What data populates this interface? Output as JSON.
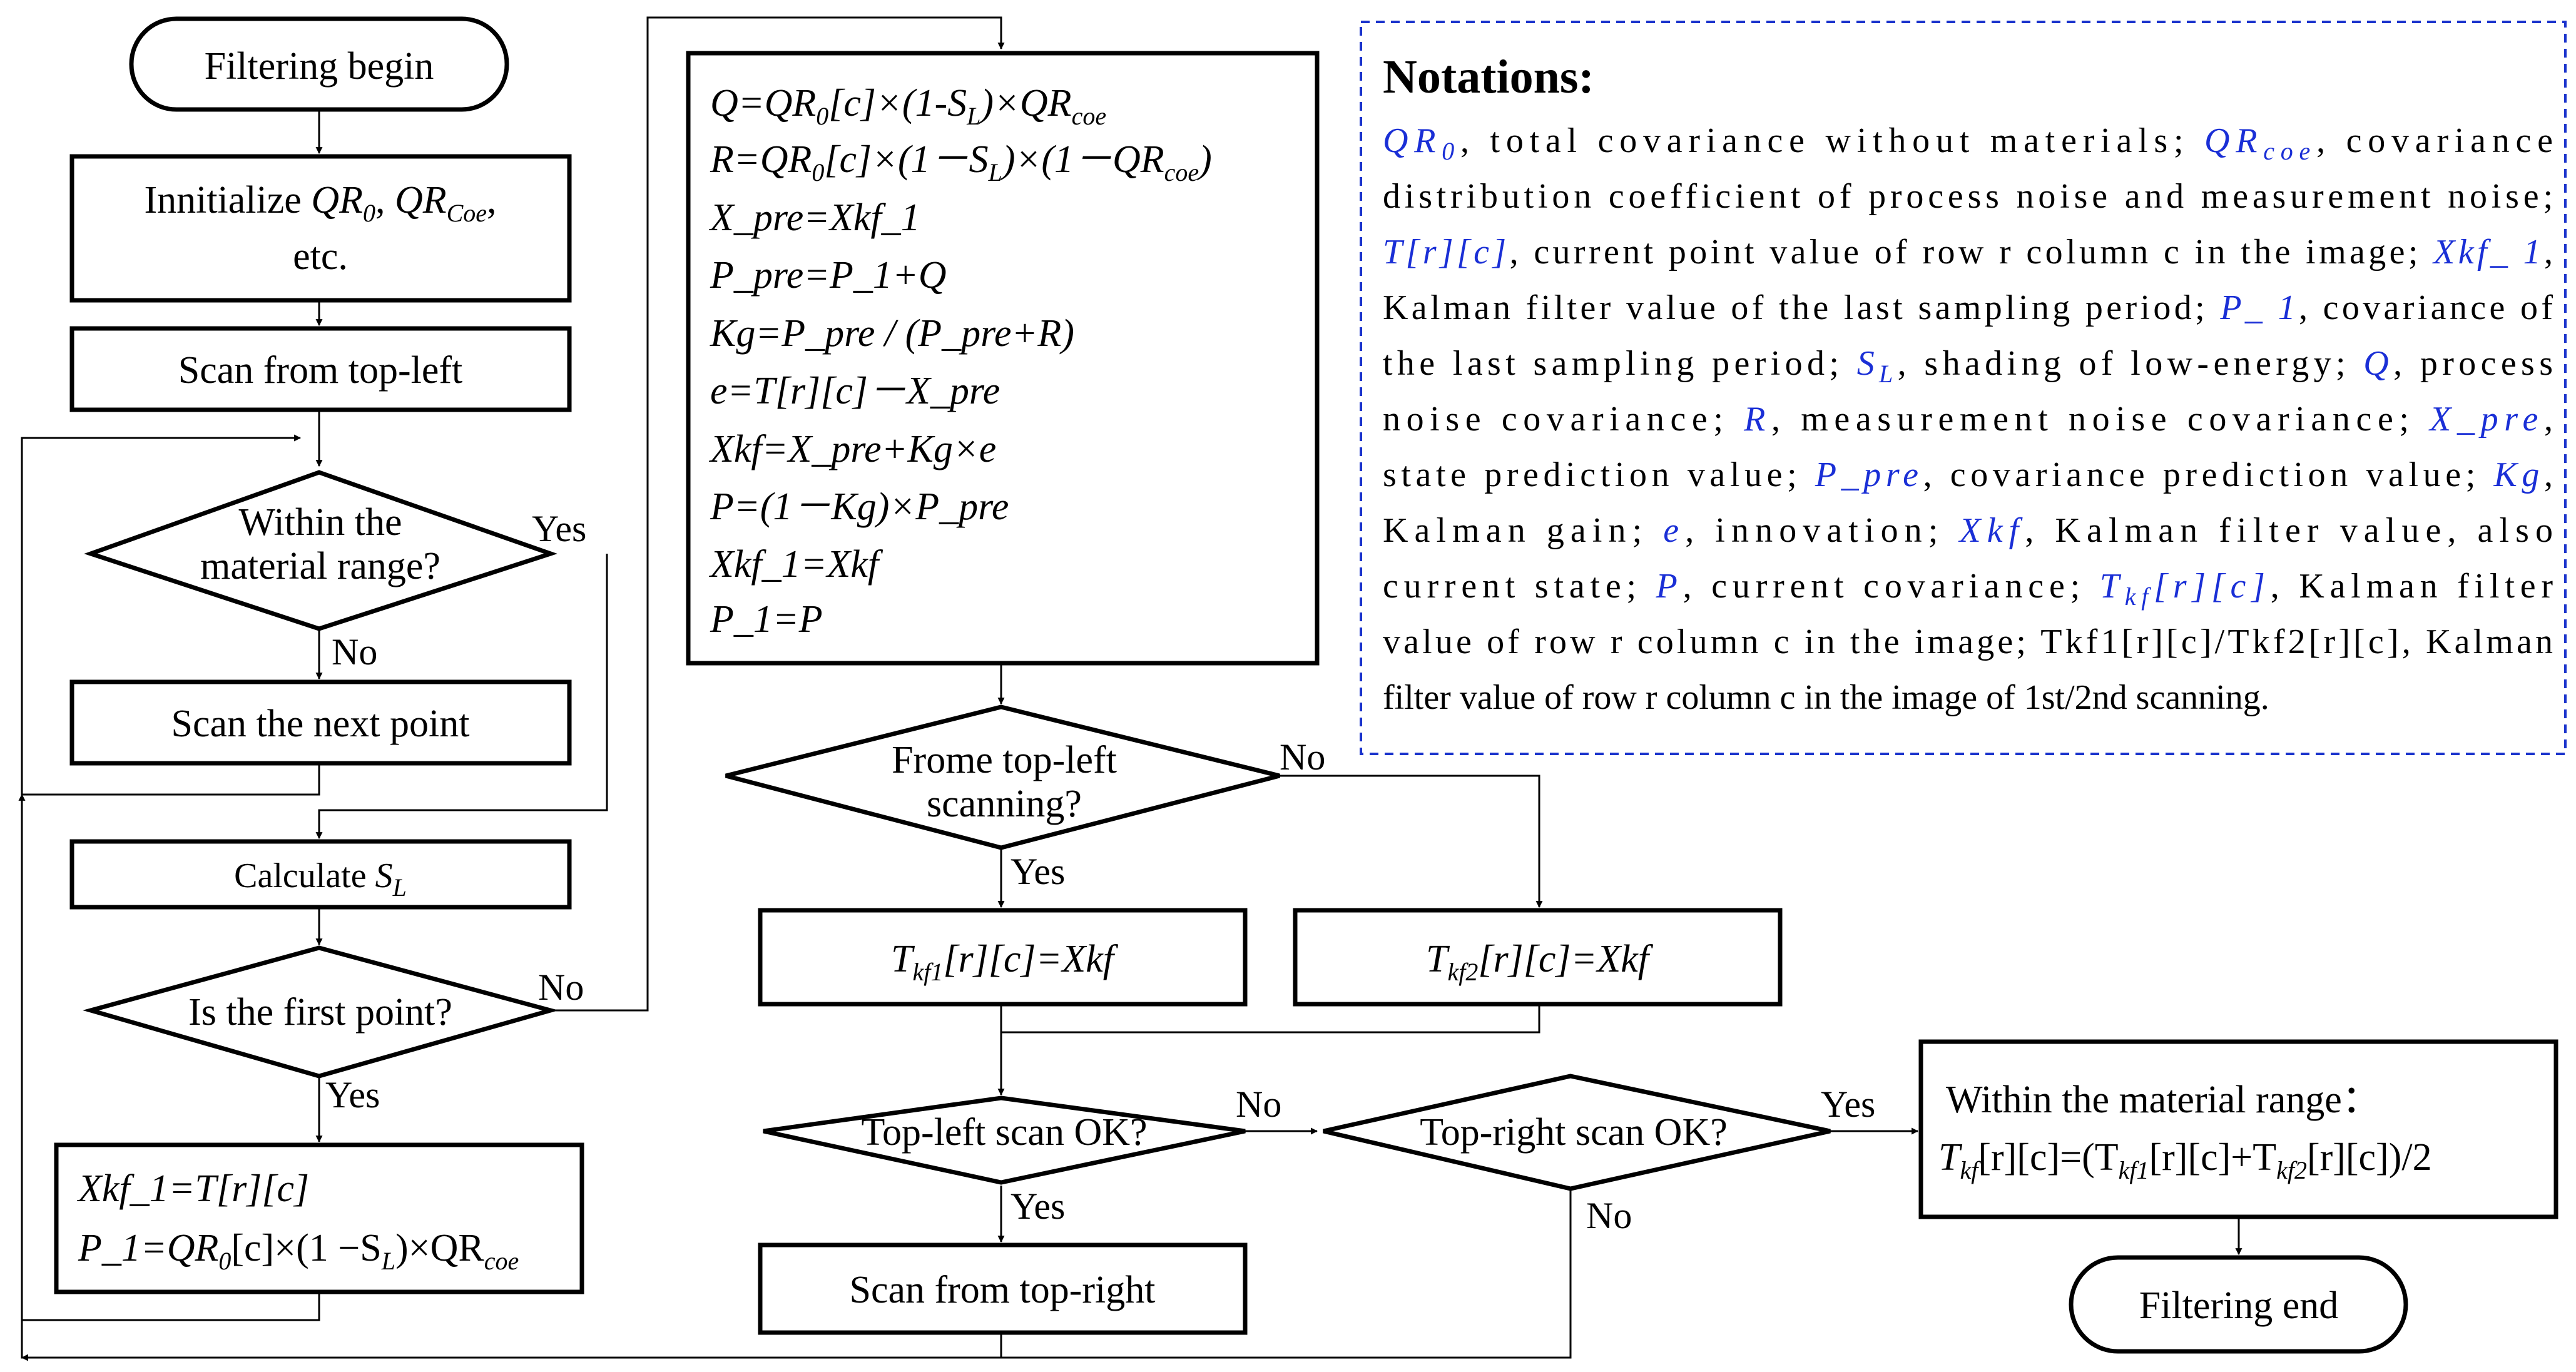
{
  "flow": {
    "start": "Filtering begin",
    "init_line1_pre": "Innitialize ",
    "init_qr0": "QR",
    "init_qr0_sub": "0",
    "init_comma1": ", ",
    "init_qrcoe": "QR",
    "init_qrcoe_sub": "Coe",
    "init_comma2": ",",
    "init_line2": "etc.",
    "scan_top_left": "Scan from top-left",
    "within_line1": "Within the",
    "within_line2": "material range?",
    "scan_next": "Scan the next point",
    "calc_pre": "Calculate ",
    "calc_s": "S",
    "calc_sub": "L",
    "first_point": "Is the first point?",
    "init_xkf": "Xkf_1=T[r][c]",
    "init_p_pre": "P_1=QR",
    "init_p_sub0": "0",
    "init_p_mid": "[c]×(1 −S",
    "init_p_subL": "L",
    "init_p_post": ")×QR",
    "init_p_subcoe": "coe",
    "kalman": {
      "l1_pre": "Q=QR",
      "l1_sub0": "0",
      "l1_mid": "[c]×(1-S",
      "l1_subL": "L",
      "l1_post": ")×QR",
      "l1_subcoe": "coe",
      "l2_pre": "R=QR",
      "l2_sub0": "0",
      "l2_mid": "[c]×(1－S",
      "l2_subL": "L",
      "l2_post": ")×(1－QR",
      "l2_subcoe": "coe",
      "l2_end": ")",
      "l3": "X_pre=Xkf_1",
      "l4": "P_pre=P_1+Q",
      "l5": "Kg=P_pre / (P_pre+R)",
      "l6": "e=T[r][c]－X_pre",
      "l7": "Xkf=X_pre+Kg×e",
      "l8": "P=(1－Kg)×P_pre",
      "l9": "Xkf_1=Xkf",
      "l10": "P_1=P"
    },
    "from_tl_line1": "Frome top-left",
    "from_tl_line2": "scanning?",
    "tkf1_t": "T",
    "tkf1_sub": "kf1",
    "tkf1_rest": "[r][c]=Xkf",
    "tkf2_t": "T",
    "tkf2_sub": "kf2",
    "tkf2_rest": "[r][c]=Xkf",
    "tl_ok": "Top-left scan OK?",
    "tr_ok": "Top-right scan OK?",
    "scan_top_right": "Scan from top-right",
    "final_line1": "Within the material range：",
    "final_t": "T",
    "final_sub": "kf",
    "final_mid": "[r][c]=(T",
    "final_sub1": "kf1",
    "final_mid2": "[r][c]+T",
    "final_sub2": "kf2",
    "final_end": "[r][c])/2",
    "end": "Filtering end"
  },
  "labels": {
    "yes": "Yes",
    "no": "No"
  },
  "notations": {
    "title": "Notations:",
    "qr0": "QR",
    "qr0_sub": "0",
    "qr0_desc": ", total covariance without materials; ",
    "qrcoe": "QR",
    "qrcoe_sub": "coe",
    "qrcoe_desc1": ", covariance",
    "qrcoe_desc2": "distribution coefficient of process noise and measurement noise;",
    "t": "T[r][c]",
    "t_desc": ", current point value of row r column c in the image; ",
    "xkf1": "Xkf_ 1",
    "xkf1_punct": ",",
    "xkf1_desc": "Kalman filter value of the last sampling period; ",
    "p1": "P_ 1",
    "p1_desc": ", covariance of",
    "p1_desc2": "the last sampling period; ",
    "sl": "S",
    "sl_sub": "L",
    "sl_desc": ", shading of low-energy; ",
    "q": "Q",
    "q_desc": ", process",
    "q_desc2": "noise covariance; ",
    "r": "R",
    "r_desc": ", measurement noise covariance; ",
    "xpre": "X_pre",
    "xpre_punct": ",",
    "xpre_desc": "state prediction value; ",
    "ppre": "P_pre",
    "ppre_desc": ", covariance prediction value; ",
    "kg": "Kg",
    "kg_punct": ",",
    "kg_desc": "Kalman gain; ",
    "e": "e",
    "e_desc": ", innovation; ",
    "xkf": "Xkf",
    "xkf_desc": ", Kalman filter value, also",
    "xkf_desc2": "current state; ",
    "p": "P",
    "p_desc": ", current covariance; ",
    "tkf": "T",
    "tkf_sub": "kf",
    "tkf_rest": "[r][c]",
    "tkf_desc": ", Kalman filter",
    "tkf_desc2": "value of row r column c in the image; Tkf1[r][c]/Tkf2[r][c], Kalman",
    "tkf_desc3": "filter value of row r column c in the image of 1st/2nd scanning."
  }
}
